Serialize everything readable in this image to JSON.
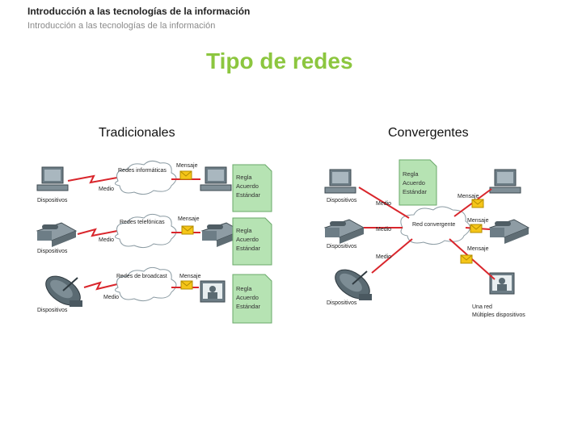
{
  "header": {
    "course_title": "Introducción a las tecnologías de la información",
    "course_subtitle": "Introducción a las tecnologías de la información"
  },
  "slide_title": "Tipo de redes",
  "traditional": {
    "heading": "Tradicionales",
    "rows": [
      {
        "device": "Dispositivos",
        "medium": "Medio",
        "network": "Redes informáticas",
        "message": "Mensaje",
        "rules": [
          "Regla",
          "Acuerdo",
          "Estándar"
        ]
      },
      {
        "device": "Dispositivos",
        "medium": "Medio",
        "network": "Redes telefónicas",
        "message": "Mensaje",
        "rules": [
          "Regla",
          "Acuerdo",
          "Estándar"
        ]
      },
      {
        "device": "Dispositivos",
        "medium": "Medio",
        "network": "Redes de broadcast",
        "message": "Mensaje",
        "rules": [
          "Regla",
          "Acuerdo",
          "Estándar"
        ]
      }
    ]
  },
  "convergent": {
    "heading": "Convergentes",
    "rules": [
      "Regla",
      "Acuerdo",
      "Estándar"
    ],
    "devices": [
      "Dispositivos",
      "Dispositivos",
      "Dispositivos"
    ],
    "media": [
      "Medio",
      "Medio",
      "Medio"
    ],
    "network": "Red convergente",
    "messages": [
      "Mensaje",
      "Mensaje",
      "Mensaje"
    ],
    "one_network": "Una red",
    "multiple_devices": "Múltiples dispositivos"
  },
  "colors": {
    "title": "#8cc63f",
    "link": "#d9262c",
    "doc": "#b6e3b3",
    "cloud": "#ffffff",
    "envelope": "#f5c518"
  }
}
